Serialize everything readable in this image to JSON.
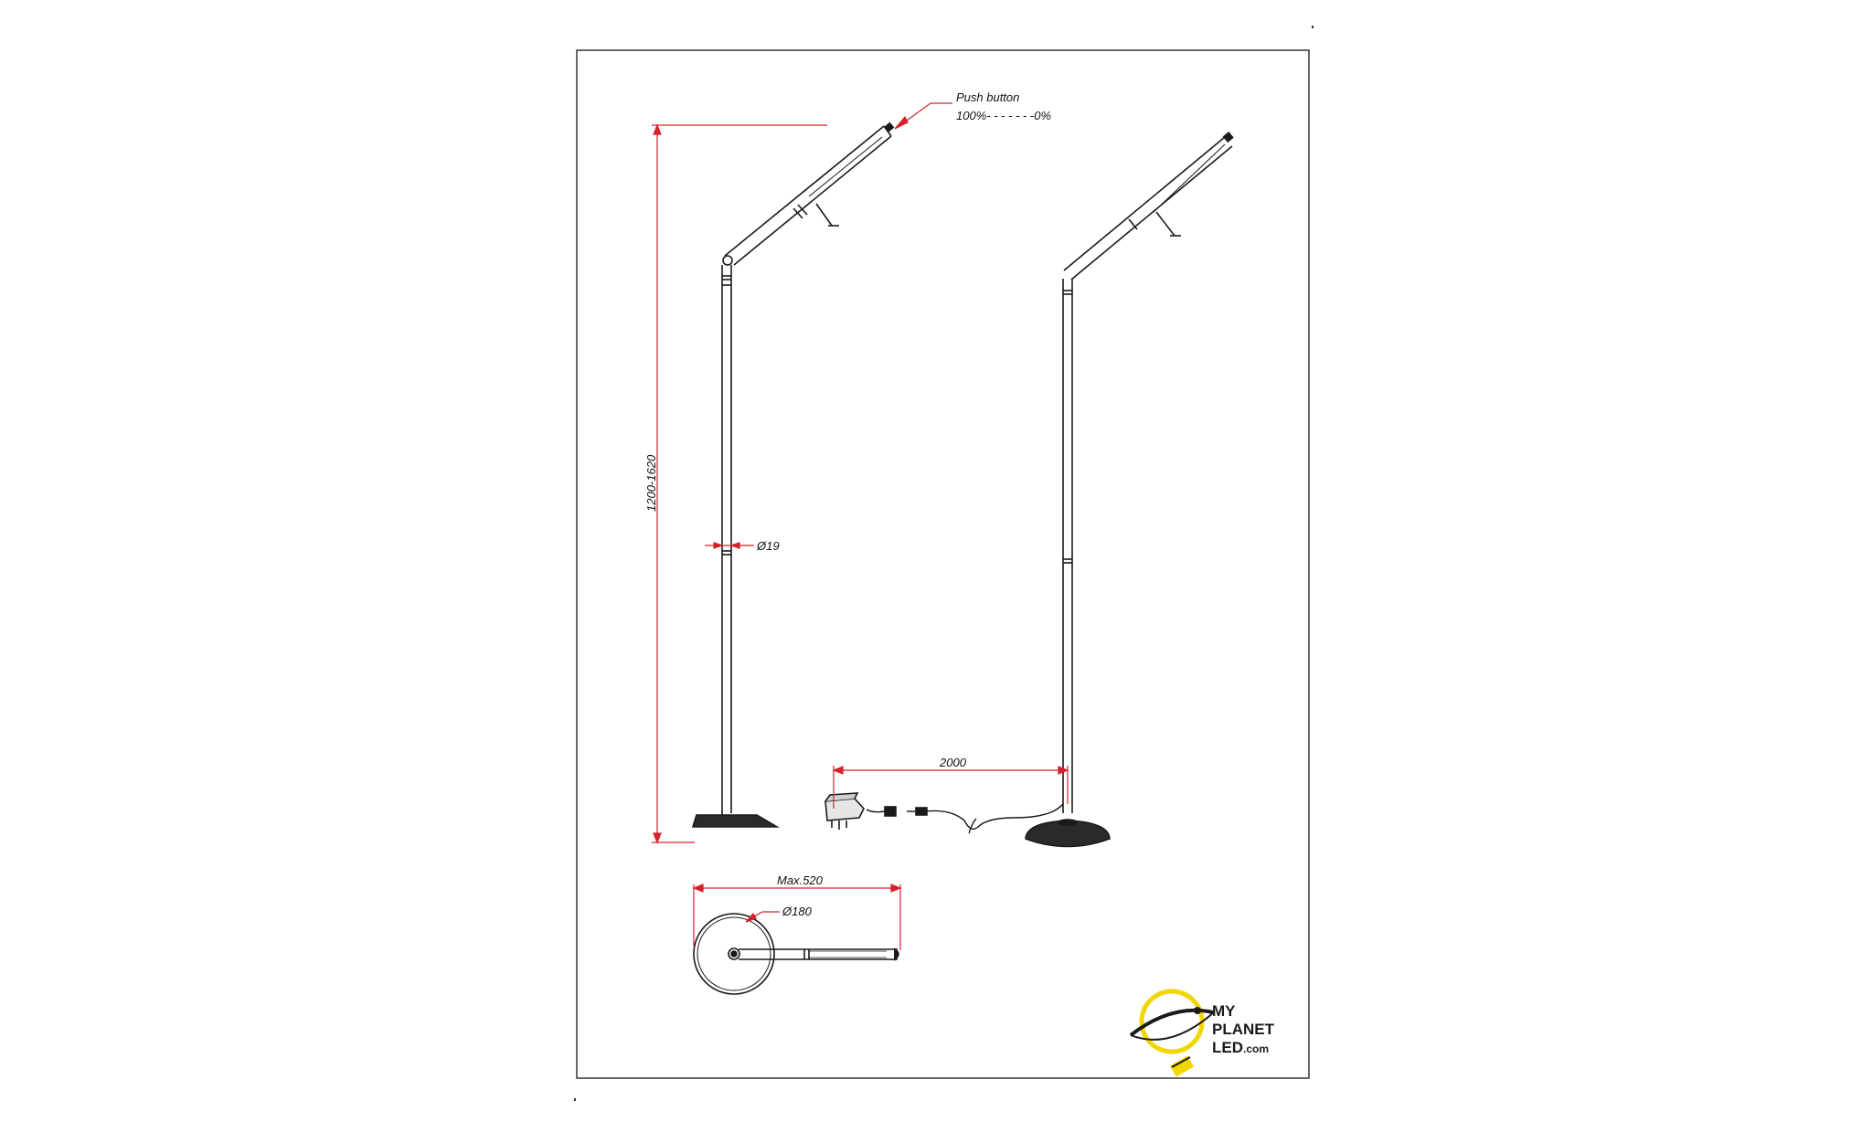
{
  "annotations": {
    "push_button": "Push button",
    "dimmer_range": "100%- - - - - - -0%",
    "height_range": "1200-1620",
    "pole_diameter": "Ø19",
    "cable_length": "2000",
    "max_reach": "Max.520",
    "base_diameter": "Ø180"
  },
  "logo": {
    "line1": "MY",
    "line2": "PLANET",
    "line3": "LED",
    "line3_suffix": ".com",
    "accent_color": "#f2d600"
  },
  "colors": {
    "dimension_line": "#d6202a",
    "drawing_line": "#1a1a1a",
    "frame": "#333333"
  }
}
